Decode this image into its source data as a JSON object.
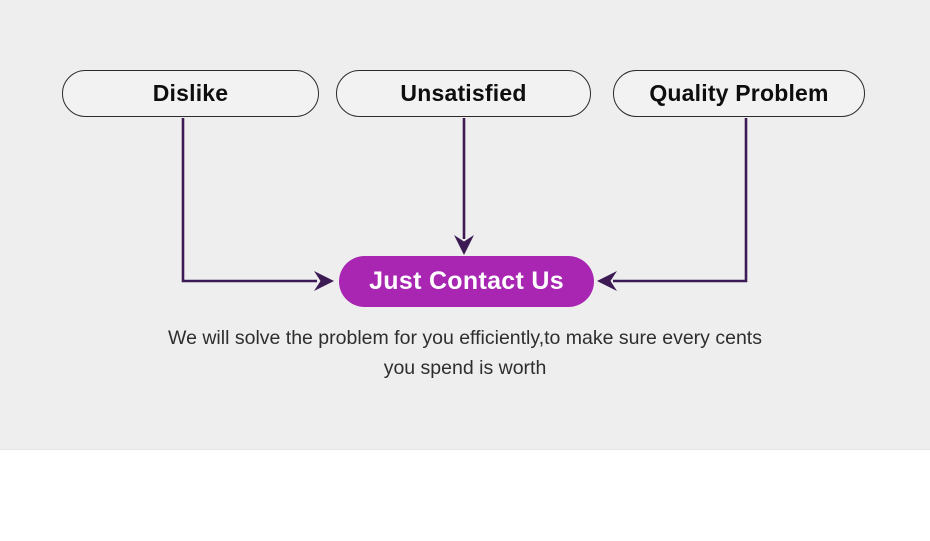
{
  "nodes": {
    "dislike": {
      "label": "Dislike"
    },
    "unsatisfied": {
      "label": "Unsatisfied"
    },
    "quality_problem": {
      "label": "Quality Problem"
    }
  },
  "cta": {
    "label": "Just Contact Us"
  },
  "description": {
    "text": "We will solve the problem for you efficiently,to make sure every cents you spend is worth"
  },
  "colors": {
    "canvas_bg": "#efeeee",
    "footer_bg": "#ffffff",
    "pill_fill": "#f3f2f3",
    "pill_border": "#2b2b2b",
    "pill_text": "#0e0e0e",
    "arrow": "#3c1a54",
    "cta_bg": "#a826b2",
    "cta_text": "#ffffff",
    "text": "#2e2e2e"
  }
}
